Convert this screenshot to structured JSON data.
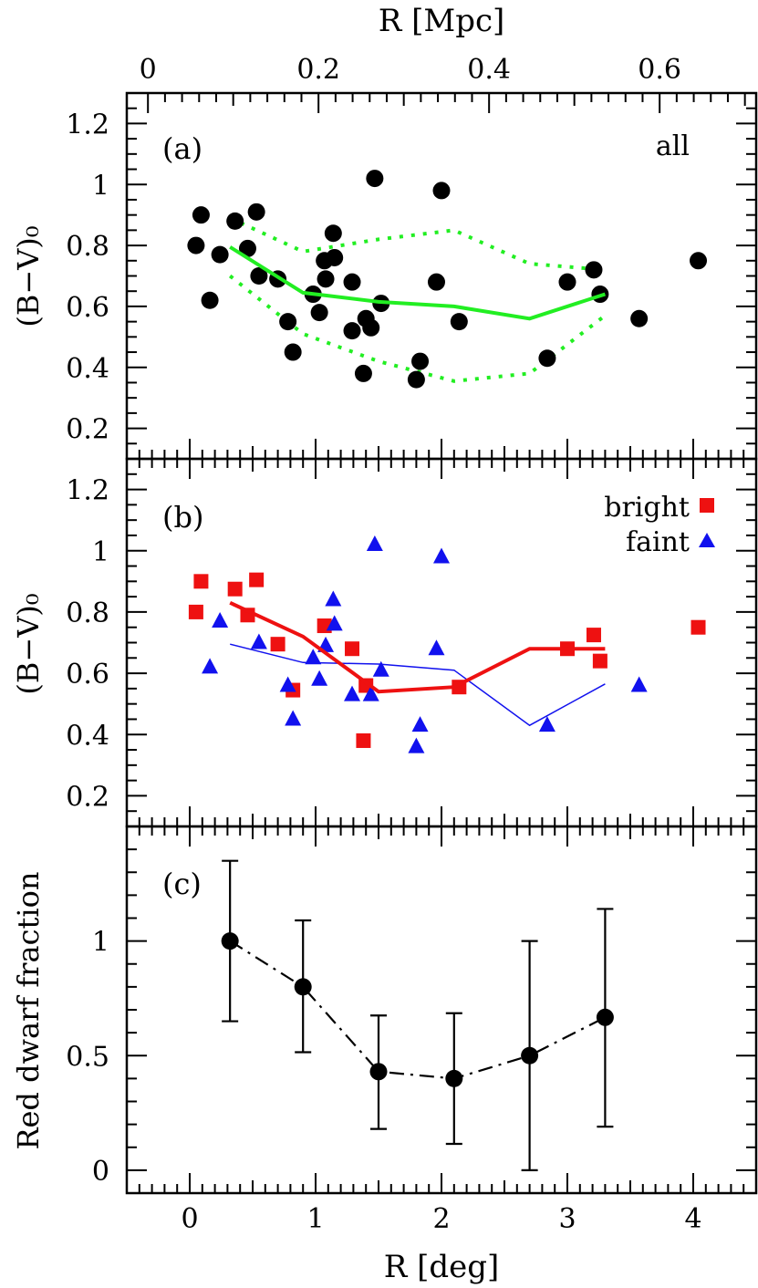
{
  "colors": {
    "axis": "#000000",
    "all_points": "#000000",
    "all_mean": "#22ee22",
    "bright": "#ee1111",
    "faint": "#1111ee",
    "fraction": "#000000"
  },
  "top_axis": {
    "label": "R [Mpc]",
    "range": [
      -0.0248,
      0.7132
    ],
    "ticks": [
      0,
      0.2,
      0.4,
      0.6
    ],
    "tick_labels": [
      "0",
      "0.2",
      "0.4",
      "0.6"
    ]
  },
  "bottom_axis": {
    "label": "R [deg]",
    "range": [
      -0.5,
      4.5
    ],
    "ticks": [
      0,
      1,
      2,
      3,
      4
    ],
    "tick_labels": [
      "0",
      "1",
      "2",
      "3",
      "4"
    ]
  },
  "chart_data": [
    {
      "type": "scatter",
      "panel_label": "(a)",
      "tag": "all",
      "ylabel": "(B−V)₀",
      "ylim": [
        0.1,
        1.3
      ],
      "yticks": [
        0.2,
        0.4,
        0.6,
        0.8,
        1.0,
        1.2
      ],
      "ytick_labels": [
        "0.2",
        "0.4",
        "0.6",
        "0.8",
        "1",
        "1.2"
      ],
      "points": [
        {
          "x": 0.05,
          "y": 0.8
        },
        {
          "x": 0.09,
          "y": 0.9
        },
        {
          "x": 0.16,
          "y": 0.62
        },
        {
          "x": 0.24,
          "y": 0.77
        },
        {
          "x": 0.36,
          "y": 0.88
        },
        {
          "x": 0.46,
          "y": 0.79
        },
        {
          "x": 0.53,
          "y": 0.91
        },
        {
          "x": 0.55,
          "y": 0.7
        },
        {
          "x": 0.7,
          "y": 0.69
        },
        {
          "x": 0.78,
          "y": 0.55
        },
        {
          "x": 0.82,
          "y": 0.45
        },
        {
          "x": 0.98,
          "y": 0.64
        },
        {
          "x": 1.03,
          "y": 0.58
        },
        {
          "x": 1.07,
          "y": 0.75
        },
        {
          "x": 1.08,
          "y": 0.69
        },
        {
          "x": 1.14,
          "y": 0.84
        },
        {
          "x": 1.15,
          "y": 0.76
        },
        {
          "x": 1.29,
          "y": 0.52
        },
        {
          "x": 1.29,
          "y": 0.68
        },
        {
          "x": 1.38,
          "y": 0.38
        },
        {
          "x": 1.4,
          "y": 0.56
        },
        {
          "x": 1.44,
          "y": 0.53
        },
        {
          "x": 1.47,
          "y": 1.02
        },
        {
          "x": 1.52,
          "y": 0.61
        },
        {
          "x": 1.8,
          "y": 0.36
        },
        {
          "x": 1.83,
          "y": 0.42
        },
        {
          "x": 1.96,
          "y": 0.68
        },
        {
          "x": 2.0,
          "y": 0.98
        },
        {
          "x": 2.14,
          "y": 0.55
        },
        {
          "x": 2.84,
          "y": 0.43
        },
        {
          "x": 3.0,
          "y": 0.68
        },
        {
          "x": 3.21,
          "y": 0.72
        },
        {
          "x": 3.26,
          "y": 0.64
        },
        {
          "x": 3.57,
          "y": 0.56
        },
        {
          "x": 4.04,
          "y": 0.75
        }
      ],
      "mean_line": {
        "x": [
          0.32,
          0.9,
          1.5,
          2.1,
          2.7,
          3.3
        ],
        "y": [
          0.795,
          0.645,
          0.615,
          0.6,
          0.56,
          0.64
        ]
      },
      "upper_line": {
        "x": [
          0.32,
          0.9,
          1.5,
          2.1,
          2.7,
          3.3
        ],
        "y": [
          0.89,
          0.78,
          0.82,
          0.85,
          0.74,
          0.72
        ]
      },
      "lower_line": {
        "x": [
          0.32,
          0.9,
          1.5,
          2.1,
          2.7,
          3.3
        ],
        "y": [
          0.7,
          0.51,
          0.42,
          0.355,
          0.38,
          0.57
        ]
      }
    },
    {
      "type": "scatter",
      "panel_label": "(b)",
      "ylabel": "(B−V)₀",
      "ylim": [
        0.1,
        1.3
      ],
      "yticks": [
        0.2,
        0.4,
        0.6,
        0.8,
        1.0,
        1.2
      ],
      "ytick_labels": [
        "0.2",
        "0.4",
        "0.6",
        "0.8",
        "1",
        "1.2"
      ],
      "legend": {
        "bright": "bright",
        "faint": "faint",
        "position": "top-right"
      },
      "series": [
        {
          "name": "bright",
          "marker": "square",
          "points": [
            {
              "x": 0.05,
              "y": 0.8
            },
            {
              "x": 0.09,
              "y": 0.9
            },
            {
              "x": 0.36,
              "y": 0.875
            },
            {
              "x": 0.46,
              "y": 0.79
            },
            {
              "x": 0.53,
              "y": 0.905
            },
            {
              "x": 0.7,
              "y": 0.695
            },
            {
              "x": 0.82,
              "y": 0.545
            },
            {
              "x": 1.07,
              "y": 0.755
            },
            {
              "x": 1.29,
              "y": 0.68
            },
            {
              "x": 1.38,
              "y": 0.38
            },
            {
              "x": 1.4,
              "y": 0.56
            },
            {
              "x": 2.14,
              "y": 0.555
            },
            {
              "x": 3.0,
              "y": 0.68
            },
            {
              "x": 3.21,
              "y": 0.725
            },
            {
              "x": 3.26,
              "y": 0.64
            },
            {
              "x": 4.04,
              "y": 0.75
            }
          ],
          "mean_line": {
            "x": [
              0.32,
              0.9,
              1.5,
              2.1,
              2.7,
              3.3
            ],
            "y": [
              0.83,
              0.72,
              0.54,
              0.555,
              0.68,
              0.68
            ]
          }
        },
        {
          "name": "faint",
          "marker": "triangle",
          "points": [
            {
              "x": 0.16,
              "y": 0.62
            },
            {
              "x": 0.24,
              "y": 0.77
            },
            {
              "x": 0.55,
              "y": 0.7
            },
            {
              "x": 0.78,
              "y": 0.56
            },
            {
              "x": 0.82,
              "y": 0.45
            },
            {
              "x": 0.98,
              "y": 0.65
            },
            {
              "x": 1.03,
              "y": 0.58
            },
            {
              "x": 1.08,
              "y": 0.69
            },
            {
              "x": 1.14,
              "y": 0.84
            },
            {
              "x": 1.15,
              "y": 0.76
            },
            {
              "x": 1.29,
              "y": 0.53
            },
            {
              "x": 1.44,
              "y": 0.53
            },
            {
              "x": 1.47,
              "y": 1.02
            },
            {
              "x": 1.52,
              "y": 0.61
            },
            {
              "x": 1.8,
              "y": 0.36
            },
            {
              "x": 1.83,
              "y": 0.43
            },
            {
              "x": 1.96,
              "y": 0.68
            },
            {
              "x": 2.0,
              "y": 0.98
            },
            {
              "x": 2.84,
              "y": 0.43
            },
            {
              "x": 3.57,
              "y": 0.56
            }
          ],
          "mean_line": {
            "x": [
              0.32,
              0.9,
              1.5,
              2.1,
              2.7,
              3.3
            ],
            "y": [
              0.695,
              0.635,
              0.63,
              0.61,
              0.43,
              0.565
            ]
          }
        }
      ]
    },
    {
      "type": "line",
      "panel_label": "(c)",
      "ylabel": "Red dwarf fraction",
      "ylim": [
        -0.1,
        1.5
      ],
      "yticks": [
        0,
        0.5,
        1
      ],
      "ytick_labels": [
        "0",
        "0.5",
        "1"
      ],
      "x": [
        0.32,
        0.9,
        1.5,
        2.1,
        2.7,
        3.3
      ],
      "y": [
        1.0,
        0.8,
        0.43,
        0.4,
        0.5,
        0.667
      ],
      "err_low": [
        0.65,
        0.515,
        0.18,
        0.115,
        0.0,
        0.19
      ],
      "err_high": [
        1.35,
        1.09,
        0.675,
        0.685,
        1.0,
        1.14
      ],
      "line_style": "dash-dot"
    }
  ]
}
